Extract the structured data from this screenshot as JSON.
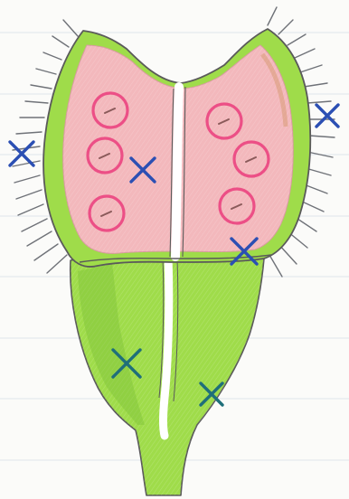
{
  "image": {
    "subject": "venus-flytrap-drawing",
    "medium": "colored-pencil",
    "paper": "lined-notebook"
  },
  "colors": {
    "paper": "#fbfbf9",
    "rule_line": "#dfe6ec",
    "leaf_green": "#9fdc4a",
    "leaf_green_dark": "#7fc23a",
    "trap_pink": "#f3b8bc",
    "circle_pink": "#ec4f86",
    "outline": "#5a5a5a",
    "midrib": "#ffffff",
    "x_blue": "#2b4fb3",
    "x_teal": "#1f6f7a",
    "cilia": "#6f7278"
  },
  "marks": {
    "pink_circles": 6,
    "blue_x_marks": 4,
    "green_x_marks": 2
  }
}
